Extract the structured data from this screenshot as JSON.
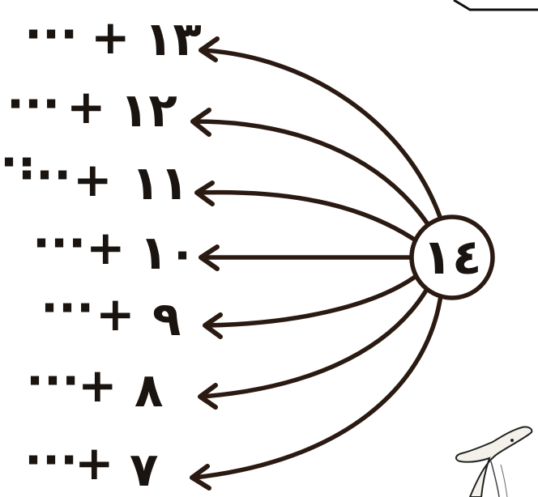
{
  "diagram": {
    "center_label": "١٤",
    "rows": [
      {
        "ellipsis_left": "···",
        "plus": "+",
        "number": "١٣",
        "ellipsis_right": ""
      },
      {
        "ellipsis_left": "···",
        "plus": "+",
        "number": "١٢",
        "ellipsis_right": ""
      },
      {
        "ellipsis_left": "···",
        "plus": "+",
        "number": "١١",
        "ellipsis_right": "··"
      },
      {
        "ellipsis_left": "···",
        "plus": "+",
        "number": "١٠",
        "ellipsis_right": ""
      },
      {
        "ellipsis_left": "···",
        "plus": "+",
        "number": "٩",
        "ellipsis_right": ""
      },
      {
        "ellipsis_left": "···",
        "plus": "+",
        "number": "٨",
        "ellipsis_right": ""
      },
      {
        "ellipsis_left": "···",
        "plus": "+",
        "number": "٧",
        "ellipsis_right": ""
      }
    ],
    "ink_color": "#2a1a12"
  }
}
